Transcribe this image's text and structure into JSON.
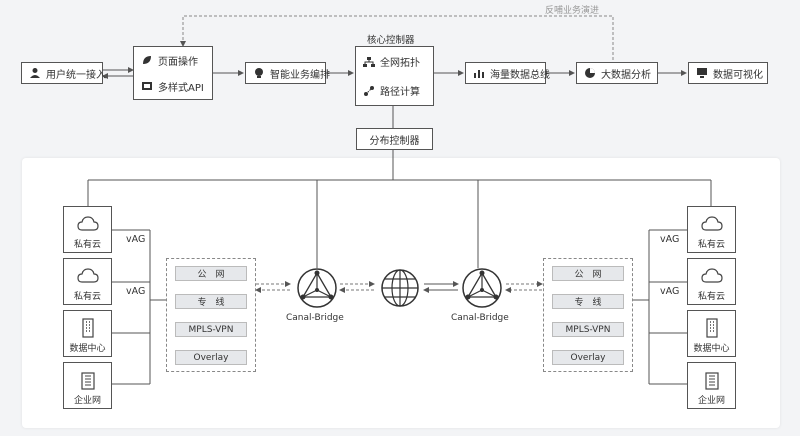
{
  "feedback_label": "反哺业务演进",
  "top": {
    "user_access": "用户统一接入",
    "page_ops": "页面操作",
    "multi_api": "多样式API",
    "smart_orch": "智能业务编排",
    "core_title": "核心控制器",
    "topology": "全网拓扑",
    "path_calc": "路径计算",
    "bus": "海量数据总线",
    "bigdata": "大数据分析",
    "visual": "数据可视化"
  },
  "dist_controller": "分布控制器",
  "left_sites": [
    "私有云",
    "私有云",
    "数据中心",
    "企业网"
  ],
  "right_sites": [
    "私有云",
    "私有云",
    "数据中心",
    "企业网"
  ],
  "vag_label": "vAG",
  "networks": [
    "公　网",
    "专　线",
    "MPLS-VPN",
    "Overlay"
  ],
  "bridge_label": "Canal-Bridge",
  "icons": {
    "user_access": "user-icon",
    "page_ops": "leaf-icon",
    "multi_api": "api-icon",
    "smart_orch": "bulb-icon",
    "topology": "topology-icon",
    "path_calc": "path-icon",
    "bus": "bar-chart-icon",
    "bigdata": "pie-chart-icon",
    "visual": "monitor-icon",
    "cloud": "cloud-icon",
    "datacenter": "building-icon",
    "enterprise": "office-icon",
    "globe": "globe-icon",
    "bridge": "triangle-node-icon"
  }
}
